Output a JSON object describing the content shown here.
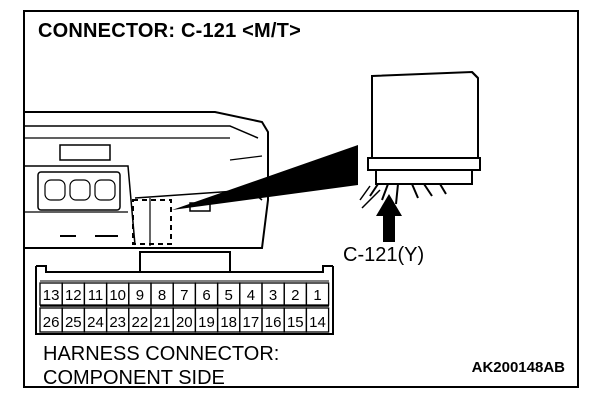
{
  "title": "CONNECTOR: C-121 <M/T>",
  "callout_label": "C-121(Y)",
  "caption_line1": "HARNESS CONNECTOR:",
  "caption_line2": "COMPONENT SIDE",
  "figure_code": "AK200148AB",
  "connector": {
    "top_row": [
      "13",
      "12",
      "11",
      "10",
      "9",
      "8",
      "7",
      "6",
      "5",
      "4",
      "3",
      "2",
      "1"
    ],
    "bottom_row": [
      "26",
      "25",
      "24",
      "23",
      "22",
      "21",
      "20",
      "19",
      "18",
      "17",
      "16",
      "15",
      "14"
    ]
  }
}
